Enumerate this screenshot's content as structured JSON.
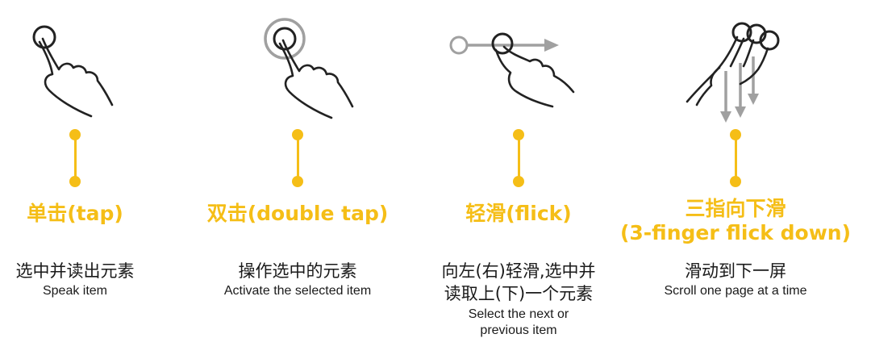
{
  "gestures": [
    {
      "id": "tap",
      "title": "单击(tap)",
      "desc_zh": [
        "选中并读出元素"
      ],
      "desc_en": [
        "Speak item"
      ]
    },
    {
      "id": "double",
      "title": "双击(double tap)",
      "desc_zh": [
        "操作选中的元素"
      ],
      "desc_en": [
        "Activate the selected item"
      ]
    },
    {
      "id": "flick",
      "title": "轻滑(flick)",
      "desc_zh": [
        "向左(右)轻滑,选中并",
        "读取上(下)一个元素"
      ],
      "desc_en": [
        "Select the next or",
        "previous item"
      ]
    },
    {
      "id": "three",
      "title": [
        "三指向下滑",
        "(3-finger flick down)"
      ],
      "desc_zh": [
        "滑动到下一屏"
      ],
      "desc_en": [
        "Scroll one page at a time"
      ]
    }
  ],
  "colors": {
    "accent": "#f5be17",
    "text": "#1a1a1a",
    "gesture_gray": "#a0a0a0",
    "hand_stroke": "#222222"
  },
  "icons": [
    "tap-hand-icon",
    "double-tap-hand-icon",
    "flick-hand-icon",
    "three-finger-flick-down-icon"
  ]
}
